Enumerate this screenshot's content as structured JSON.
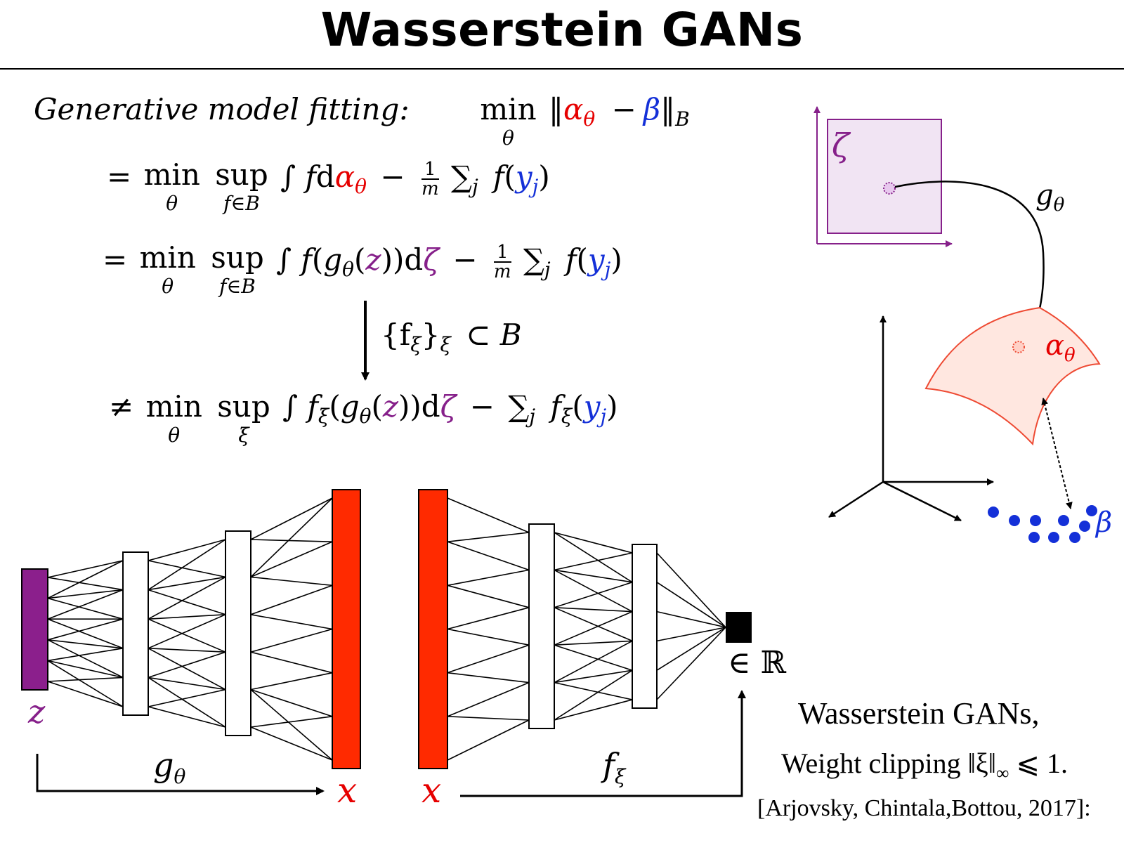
{
  "title": "Wasserstein GANs",
  "eq0": {
    "label": "Generative model fitting:",
    "min": "min",
    "min_sub": "θ",
    "norm_open": "‖",
    "alpha": "α",
    "theta": "θ",
    "minus": "−",
    "beta": "β",
    "norm_close": "‖",
    "norm_sub": "B"
  },
  "eq1": {
    "rel": "=",
    "min": "min",
    "min_sub": "θ",
    "sup": "sup",
    "sup_sub": "f∈B",
    "int": "∫",
    "f": "f",
    "d": "d",
    "alpha": "α",
    "theta": "θ",
    "minus": "−",
    "frac_num": "1",
    "frac_den": "m",
    "sum": "∑",
    "sum_sub": "j",
    "f2": "f",
    "lp": "(",
    "y": "y",
    "y_sub": "j",
    "rp": ")"
  },
  "eq2": {
    "rel": "=",
    "min": "min",
    "min_sub": "θ",
    "sup": "sup",
    "sup_sub": "f∈B",
    "int": "∫",
    "f": "f",
    "lp": "(",
    "g": "g",
    "g_sub": "θ",
    "lp2": "(",
    "z": "z",
    "rp2": "))",
    "d": "d",
    "zeta": "ζ",
    "minus": "−",
    "frac_num": "1",
    "frac_den": "m",
    "sum": "∑",
    "sum_sub": "j",
    "f2": "f",
    "lp3": "(",
    "y": "y",
    "y_sub": "j",
    "rp3": ")"
  },
  "step": {
    "set": "{f",
    "xi": "ξ",
    "close": "}",
    "xi2": "ξ",
    "subset": "⊂ B"
  },
  "eq3": {
    "rel": "≠",
    "min": "min",
    "min_sub": "θ",
    "sup": "sup",
    "sup_sub": "ξ",
    "int": "∫",
    "f": "f",
    "f_sub": "ξ",
    "lp": "(",
    "g": "g",
    "g_sub": "θ",
    "lp2": "(",
    "z": "z",
    "rp2": "))",
    "d": "d",
    "zeta": "ζ",
    "minus": "−",
    "sum": "∑",
    "sum_sub": "j",
    "f2": "f",
    "f2_sub": "ξ",
    "lp3": "(",
    "y": "y",
    "y_sub": "j",
    "rp3": ")"
  },
  "diagram": {
    "zeta": "ζ",
    "g_theta": "g",
    "g_theta_sub": "θ",
    "alpha": "α",
    "alpha_sub": "θ",
    "beta": "β"
  },
  "network": {
    "z": "z",
    "g": "g",
    "g_sub": "θ",
    "x_out": "x",
    "x_in": "x",
    "f": "f",
    "f_sub": "ξ",
    "in_R": "∈ ℝ"
  },
  "citation": {
    "line1": "Wasserstein GANs,",
    "line2": "Weight clipping ‖ξ‖",
    "line2_sub": "∞",
    "line2_end": " ⩽ 1.",
    "line3": "[Arjovsky, Chintala,Bottou, 2017]:"
  },
  "colors": {
    "red": "#e60000",
    "blue": "#1430d8",
    "purple": "#86208a",
    "net_red": "#ff2a00",
    "net_purple": "#8b1f8c",
    "latent_fill": "#f1e4f3",
    "manifold_fill": "#ffe7e0",
    "manifold_stroke": "#ee4a33"
  }
}
